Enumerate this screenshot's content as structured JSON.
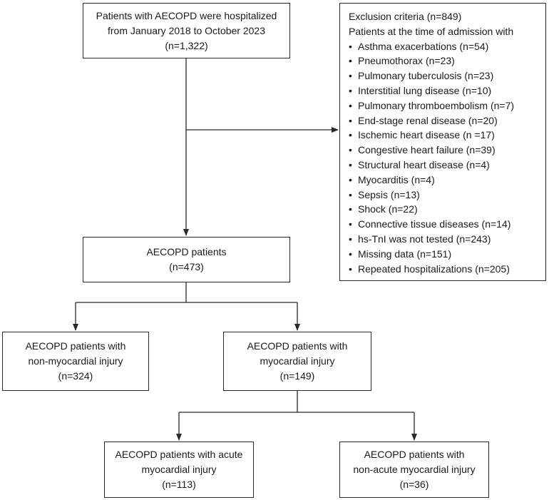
{
  "boxes": {
    "hospitalized": {
      "lines": [
        "Patients with AECOPD were hospitalized",
        "from January 2018 to October 2023",
        "(n=1,322)"
      ]
    },
    "exclusion": {
      "title": "Exclusion criteria (n=849)",
      "subtitle": "Patients at the time of admission with",
      "bullet": "•",
      "items": [
        "Asthma exacerbations (n=54)",
        "Pneumothorax (n=23)",
        "Pulmonary tuberculosis (n=23)",
        "Interstitial lung disease (n=10)",
        "Pulmonary thromboembolism (n=7)",
        "End-stage renal disease (n=20)",
        "Ischemic heart disease (n =17)",
        "Congestive heart failure (n=39)",
        "Structural heart disease (n=4)",
        "Myocarditis (n=4)",
        "Sepsis (n=13)",
        "Shock (n=22)",
        "Connective tissue diseases (n=14)",
        "hs-TnI was not tested (n=243)",
        "Missing data (n=151)",
        "Repeated hospitalizations (n=205)"
      ]
    },
    "aecopd": {
      "lines": [
        "AECOPD patients",
        "(n=473)"
      ]
    },
    "non_myocardial": {
      "lines": [
        "AECOPD patients with",
        "non-myocardial injury",
        "(n=324)"
      ]
    },
    "myocardial": {
      "lines": [
        "AECOPD patients with",
        "myocardial injury",
        "(n=149)"
      ]
    },
    "acute": {
      "lines": [
        "AECOPD patients with acute",
        "myocardial injury",
        "(n=113)"
      ]
    },
    "non_acute": {
      "lines": [
        "AECOPD patients with",
        "non-acute myocardial injury",
        "(n=36)"
      ]
    }
  },
  "colors": {
    "stroke": "#2a2a2a",
    "text": "#1a1a1a"
  }
}
